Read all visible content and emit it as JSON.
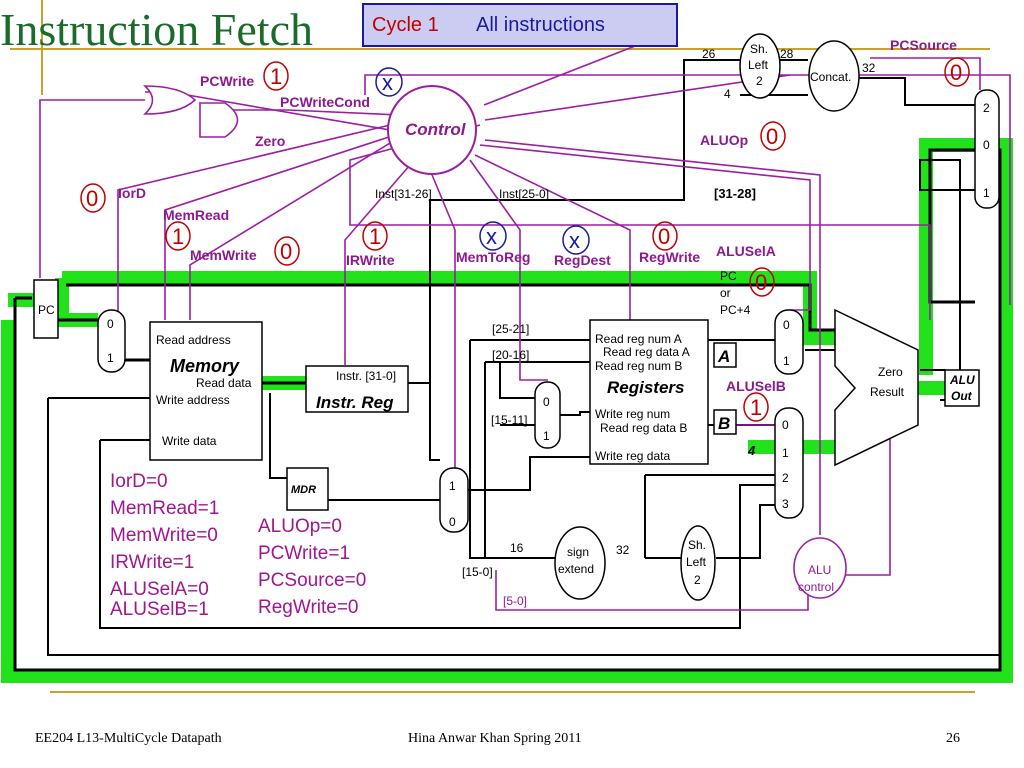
{
  "title": "Instruction Fetch",
  "callout": {
    "cycle": "Cycle 1",
    "text": "All instructions"
  },
  "control": {
    "label": "Control"
  },
  "signals": {
    "pcwrite": {
      "name": "PCWrite",
      "value": "1"
    },
    "pcwritecond": {
      "name": "PCWriteCond",
      "value": "x"
    },
    "zero": "Zero",
    "iord": {
      "name": "IorD",
      "value": "0"
    },
    "memread": {
      "name": "MemRead",
      "value": "1"
    },
    "memwrite": {
      "name": "MemWrite",
      "value": "0"
    },
    "irwrite": {
      "name": "IRWrite",
      "value": "1"
    },
    "memtoreg": {
      "name": "MemToReg",
      "value": "x"
    },
    "regdest": {
      "name": "RegDest",
      "value": "x"
    },
    "regwrite": {
      "name": "RegWrite",
      "value": "0"
    },
    "aluop": {
      "name": "ALUOp",
      "value": "0"
    },
    "pcsource": {
      "name": "PCSource",
      "value": "0"
    },
    "aluselA": {
      "name": "ALUSelA",
      "value": "0"
    },
    "aluselB": {
      "name": "ALUSelB",
      "value": "1"
    }
  },
  "components": {
    "pc": "PC",
    "memory": {
      "name": "Memory",
      "read_address": "Read address",
      "read_data": "Read data",
      "write_address": "Write address",
      "write_data": "Write data"
    },
    "ir": {
      "name": "Instr. Reg",
      "field": "Instr. [31-0]"
    },
    "mdr": "MDR",
    "registers": {
      "name": "Registers",
      "read_a": "Read reg num A",
      "data_a": "Read reg data A",
      "read_b": "Read reg num B",
      "write_num": "Write reg num",
      "data_b": "Read reg data B",
      "write_data": "Write reg data"
    },
    "a": "A",
    "b": "B",
    "alu": {
      "zero": "Zero",
      "result": "Result"
    },
    "aluout": {
      "line1": "ALU",
      "line2": "Out"
    },
    "alu_control": {
      "line1": "ALU",
      "line2": "control"
    },
    "sign_extend": {
      "line1": "sign",
      "line2": "extend"
    },
    "shift_left_top": {
      "line1": "Sh.",
      "line2": "Left",
      "line3": "2"
    },
    "shift_left_bottom": {
      "line1": "Sh.",
      "line2": "Left",
      "line3": "2"
    },
    "concat": "Concat.",
    "pc_or_pc4": {
      "line1": "PC",
      "line2": "or",
      "line3": "PC+4"
    },
    "const4": "4"
  },
  "mux_labels": {
    "m0": "0",
    "m1": "1",
    "m2": "2",
    "m3": "3"
  },
  "wire_labels": {
    "inst_31_26": "Inst[31-26]",
    "inst_25_0": "Inst[25-0]",
    "f25_21": "[25-21]",
    "f20_16": "[20-16]",
    "f15_11": "[15-11]",
    "f15_0": "[15-0]",
    "f5_0": "[5-0]",
    "f31_28": "[31-28]",
    "w26": "26",
    "w28": "28",
    "w32a": "32",
    "w4": "4",
    "w16": "16",
    "w32b": "32"
  },
  "summary_left": [
    "IorD=0",
    "MemRead=1",
    "MemWrite=0",
    "IRWrite=1",
    "ALUSelA=0",
    "ALUSelB=1"
  ],
  "summary_right": [
    "ALUOp=0",
    "PCWrite=1",
    "PCSource=0",
    "RegWrite=0"
  ],
  "footer": {
    "left": "EE204 L13-MultiCycle Datapath",
    "center": "Hina Anwar Khan Spring 2011",
    "page": "26"
  },
  "colors": {
    "highlight": "#22e21b",
    "control": "#8b1a8f",
    "value": "#c00000",
    "dontcare": "#1a1aa0",
    "callout_bg": "#ccccf2",
    "title": "#1b6b2a"
  }
}
